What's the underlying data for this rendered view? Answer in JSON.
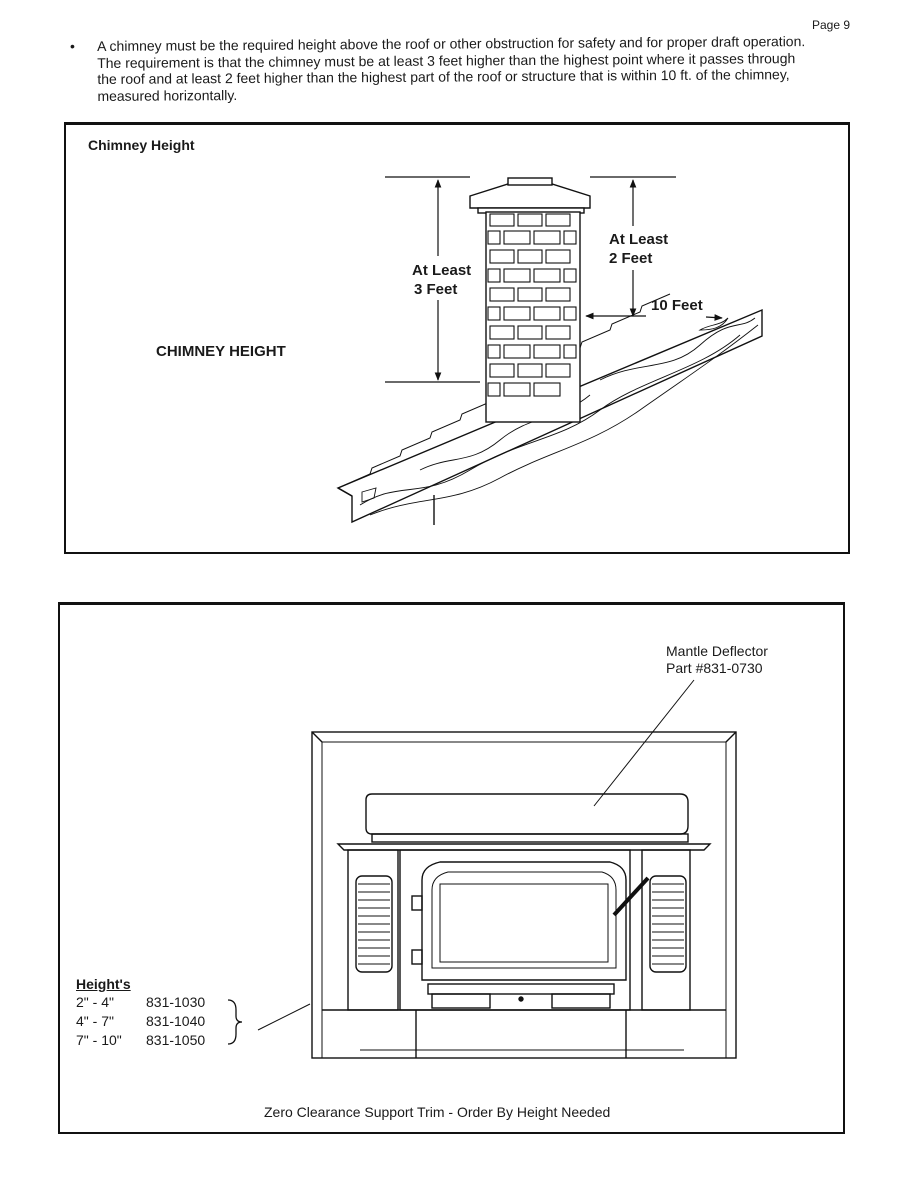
{
  "page": {
    "number": "Page 9"
  },
  "intro": {
    "bullet": "•",
    "line1": "A chimney must be the required height above the roof or other obstruction for safety and for proper draft operation.",
    "line2": "The requirement is that the chimney must be at least 3 feet higher than the highest point where it passes through",
    "line3": "the roof and at least 2 feet higher than the highest part of the roof or structure that is within 10 ft. of the chimney,",
    "line4": "measured horizontally."
  },
  "chimney_figure": {
    "title": "Chimney Height",
    "side_label": "CHIMNEY HEIGHT",
    "dim_3ft_line1": "At Least",
    "dim_3ft_line2": "3 Feet",
    "dim_2ft_line1": "At Least",
    "dim_2ft_line2": "2 Feet",
    "dim_10ft": "10 Feet"
  },
  "fireplace_figure": {
    "mantle_line1": "Mantle Deflector",
    "mantle_line2": "Part #831-0730",
    "heights_title": "Height's",
    "heights": [
      {
        "range": "2\" - 4\"",
        "part": "831-1030"
      },
      {
        "range": "4\" - 7\"",
        "part": "831-1040"
      },
      {
        "range": "7\" - 10\"",
        "part": "831-1050"
      }
    ],
    "caption": "Zero Clearance Support Trim - Order By Height Needed"
  },
  "colors": {
    "ink": "#1a1a1a",
    "paper": "#ffffff"
  }
}
